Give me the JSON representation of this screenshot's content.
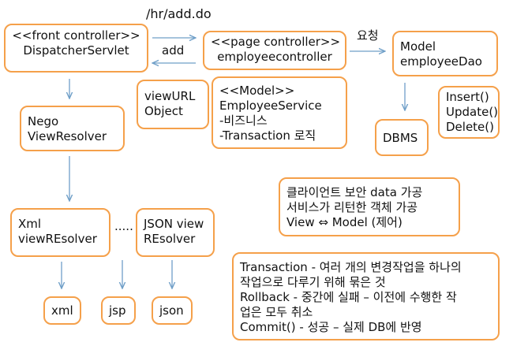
{
  "url_label": "/hr/add.do",
  "add_label": "add",
  "request_label": "요청",
  "ellipsis": ".....",
  "front_controller": {
    "line1": "<<front controller>>",
    "line2": "DispatcherServlet"
  },
  "page_controller": {
    "line1": "<<page controller>>",
    "line2": "employeecontroller"
  },
  "model_dao": {
    "line1": "Model",
    "line2": "employeeDao"
  },
  "view_url": {
    "line1": "viewURL",
    "line2": "Object"
  },
  "service": {
    "line1": "<<Model>>",
    "line2": "EmployeeService",
    "line3": "-비즈니스",
    "line4": "-Transaction 로직"
  },
  "crud": {
    "line1": "Insert()",
    "line2": "Update()",
    "line3": "Delete()"
  },
  "dbms": "DBMS",
  "nego": {
    "line1": "Nego",
    "line2": "ViewResolver"
  },
  "xml_resolver": {
    "line1": "Xml",
    "line2": "viewREsolver"
  },
  "json_resolver": {
    "line1": "JSON view",
    "line2": "REsolver"
  },
  "leaf_xml": "xml",
  "leaf_jsp": "jsp",
  "leaf_json": "json",
  "note_security": {
    "line1": "클라이언트 보안 data 가공",
    "line2": "서비스가 리턴한 객체 가공",
    "line3": "View ⇔ Model  (제어)"
  },
  "note_transaction": {
    "line1": "Transaction - 여러 개의 변경작업을 하나의",
    "line2": "작업으로 다루기 위해 묶은 것",
    "line3": "Rollback - 중간에 실패 – 이전에 수행한 작",
    "line4": "업은 모두 취소",
    "line5": "Commit() - 성공 – 실제 DB에 반영"
  },
  "colors": {
    "box_border": "#f5a04a",
    "arrow": "#6f9fc8"
  }
}
